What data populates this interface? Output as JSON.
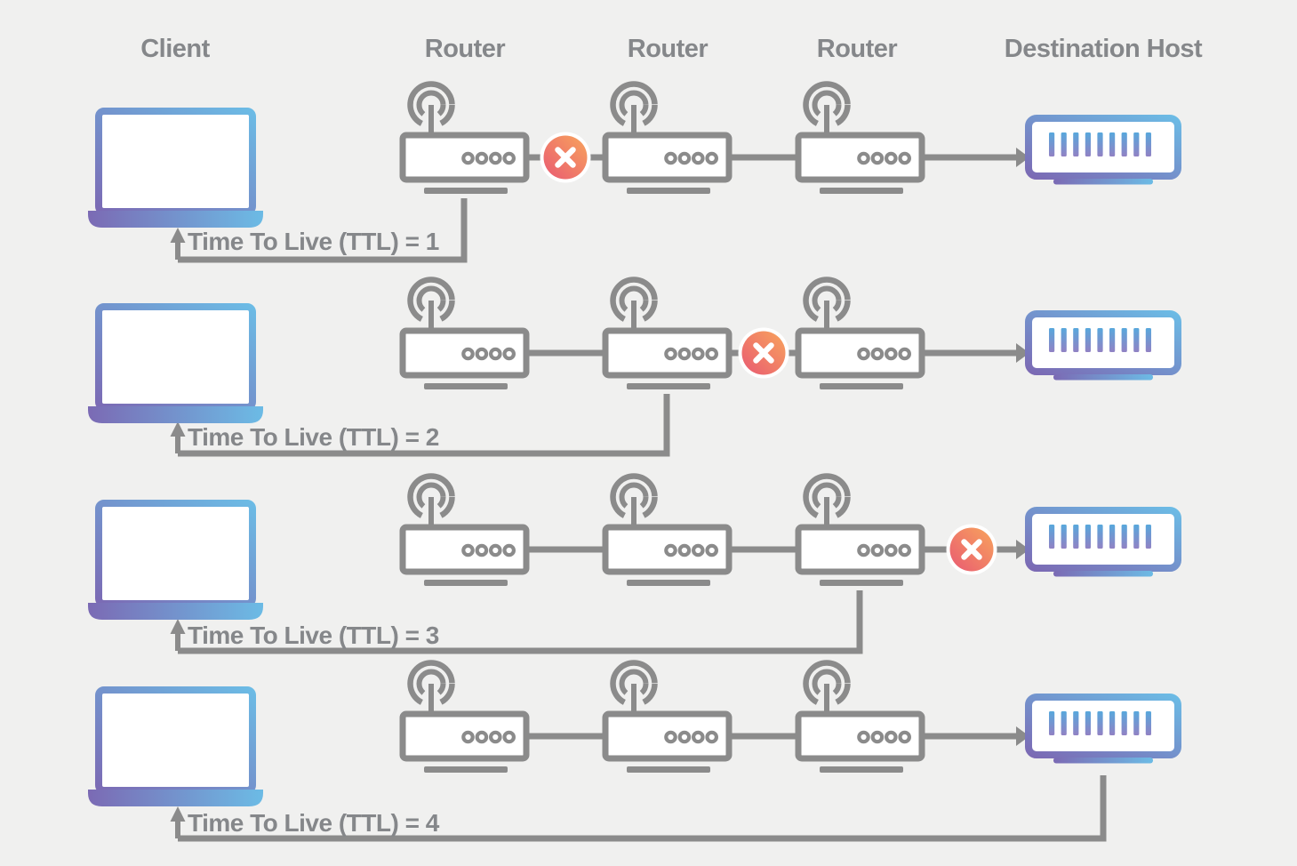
{
  "diagram_title": "TTL / traceroute hop expiry diagram",
  "headers": {
    "client": "Client",
    "router1": "Router",
    "router2": "Router",
    "router3": "Router",
    "destination": "Destination Host"
  },
  "rows": [
    {
      "ttl": 1,
      "ttl_label": "Time To Live (TTL) = 1",
      "x_marker": "between Router 1 and Router 2",
      "return_from": "Router 1"
    },
    {
      "ttl": 2,
      "ttl_label": "Time To Live (TTL) = 2",
      "x_marker": "between Router 2 and Router 3",
      "return_from": "Router 2"
    },
    {
      "ttl": 3,
      "ttl_label": "Time To Live (TTL) = 3",
      "x_marker": "between Router 3 and Destination Host",
      "return_from": "Router 3"
    },
    {
      "ttl": 4,
      "ttl_label": "Time To Live (TTL) = 4",
      "x_marker": "none",
      "return_from": "Destination Host"
    }
  ],
  "icons": {
    "client": "laptop-icon",
    "router": "wireless-router-icon",
    "destination": "server-icon",
    "drop": "x-badge-icon"
  },
  "colors": {
    "background": "#f0f0ef",
    "line_gray": "#8b8b8b",
    "text_gray": "#85878a",
    "gradient_purple": "#7b6ab4",
    "gradient_blue": "#6cbbe5",
    "server_bar_top": "#58a8dc",
    "server_bar_bottom": "#9182c4",
    "x_badge_pink": "#e95a72",
    "x_badge_orange": "#f8a45c"
  }
}
